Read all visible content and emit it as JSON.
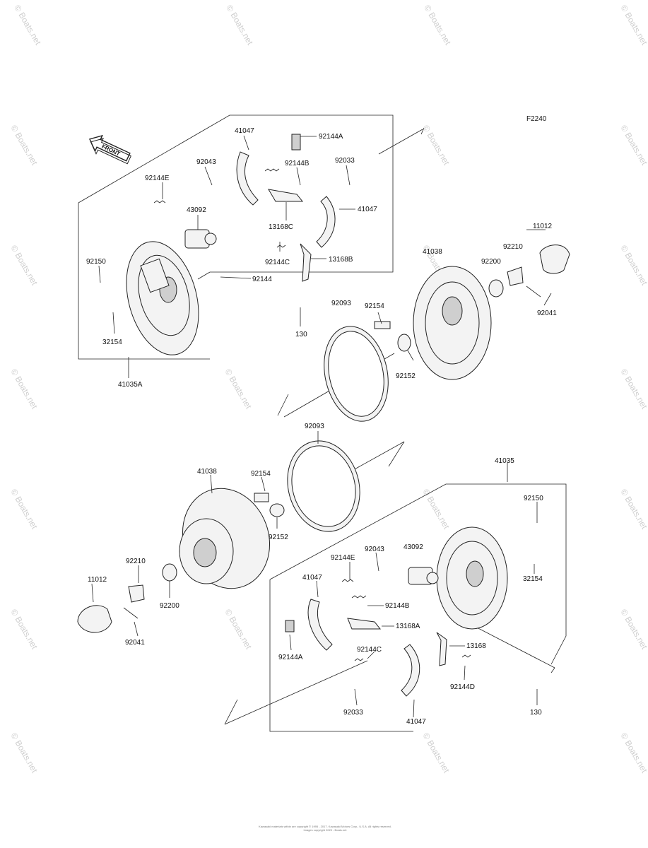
{
  "figure_ref": "F2240",
  "arrow_label": "FRONT",
  "watermark": "© Boats.net",
  "copyright": [
    "Kawasaki materials within are copyright © 1995 - 2017. Kawasaki Motors Corp., U.S.A. All rights reserved.",
    "Images copyright 2020 - Boats.net"
  ],
  "labels": {
    "top_41047_a": "41047",
    "top_92144A": "92144A",
    "top_92043": "92043",
    "top_92144B": "92144B",
    "top_92033": "92033",
    "top_92144E": "92144E",
    "top_41047_b": "41047",
    "top_43092": "43092",
    "top_13168C": "13168C",
    "top_92150": "92150",
    "top_92144C": "92144C",
    "top_13168B": "13168B",
    "top_92144": "92144",
    "top_130": "130",
    "top_32154": "32154",
    "top_41035A": "41035A",
    "top_92093": "92093",
    "top_92154": "92154",
    "top_41038": "41038",
    "top_92200": "92200",
    "top_92210": "92210",
    "top_11012": "11012",
    "top_92041": "92041",
    "top_92152": "92152",
    "bot_92093": "92093",
    "bot_41038": "41038",
    "bot_92154": "92154",
    "bot_41035": "41035",
    "bot_92150": "92150",
    "bot_92152": "92152",
    "bot_92043": "92043",
    "bot_43092": "43092",
    "bot_92210": "92210",
    "bot_92144E": "92144E",
    "bot_32154": "32154",
    "bot_11012": "11012",
    "bot_41047_a": "41047",
    "bot_92200": "92200",
    "bot_92144B": "92144B",
    "bot_13168A": "13168A",
    "bot_92041": "92041",
    "bot_92144A": "92144A",
    "bot_92144C": "92144C",
    "bot_13168": "13168",
    "bot_92144D": "92144D",
    "bot_92033": "92033",
    "bot_41047_b": "41047",
    "bot_130": "130"
  }
}
